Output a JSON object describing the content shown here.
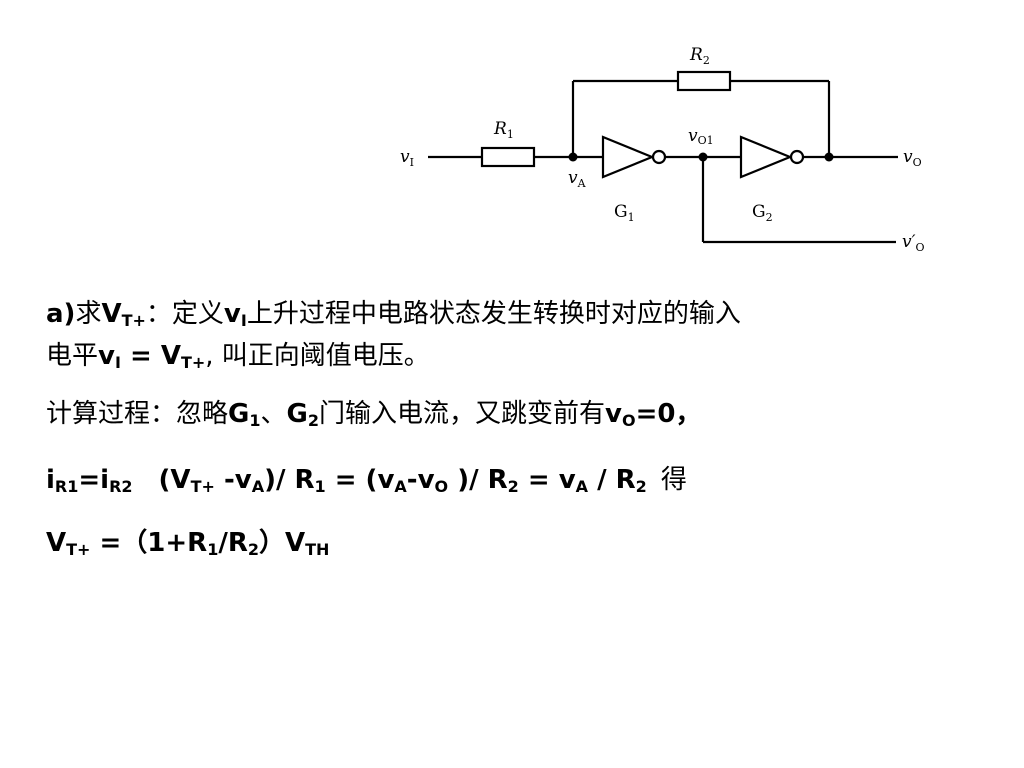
{
  "circuit": {
    "labels": {
      "r1": "R",
      "r1_sub": "1",
      "r2": "R",
      "r2_sub": "2",
      "vi": "v",
      "vi_sub": "I",
      "va": "v",
      "va_sub": "A",
      "vo1": "v",
      "vo1_sub": "O1",
      "vo": "v",
      "vo_sub": "O",
      "vo_prime": "v′",
      "vo_prime_sub": "O",
      "g1": "G",
      "g1_sub": "1",
      "g2": "G",
      "g2_sub": "2"
    }
  },
  "text": {
    "l1": {
      "a": "a)",
      "qiu": "求",
      "v": "V",
      "v_sub": "T+",
      "colon": "：定义",
      "vi": "v",
      "vi_sub": "I",
      "rest": "上升过程中电路状态发生转换时对应的输入"
    },
    "l2": {
      "pre": "电平",
      "vi": "v",
      "vi_sub": "I",
      "eq": " = ",
      "vt": "V",
      "vt_sub": "T+",
      "comma": ", ",
      "rest": "叫正向阈值电压。"
    },
    "l3": {
      "pre": "计算过程：忽略",
      "g1": "G",
      "g1_sub": "1",
      "sep": "、",
      "g2": "G",
      "g2_sub": "2",
      "mid": "门输入电流，又跳变前有",
      "vo": "v",
      "vo_sub": "O",
      "end": "=0，"
    },
    "l4": {
      "i1": "i",
      "i1_sub": "R1",
      "eq": "=",
      "i2": "i",
      "i2_sub": "R2",
      "p1": "(V",
      "p1_sub": "T+",
      "p2": " -v",
      "p2_sub": "A",
      "p3": ")/ R",
      "p3_sub": "1",
      "p4": " = (v",
      "p4_sub": "A",
      "p5": "-v",
      "p5_sub": "O",
      "p6": " )/ R",
      "p6_sub": "2",
      "p7": " = v",
      "p7_sub": "A",
      "p8": " / R",
      "p8_sub": "2",
      "de": "得"
    },
    "l5": {
      "v": "V",
      "v_sub": "T+",
      "eq": " =（1+R",
      "r1_sub": "1",
      "slash": "/R",
      "r2_sub": "2",
      "close": "）V",
      "vth_sub": "TH"
    }
  }
}
